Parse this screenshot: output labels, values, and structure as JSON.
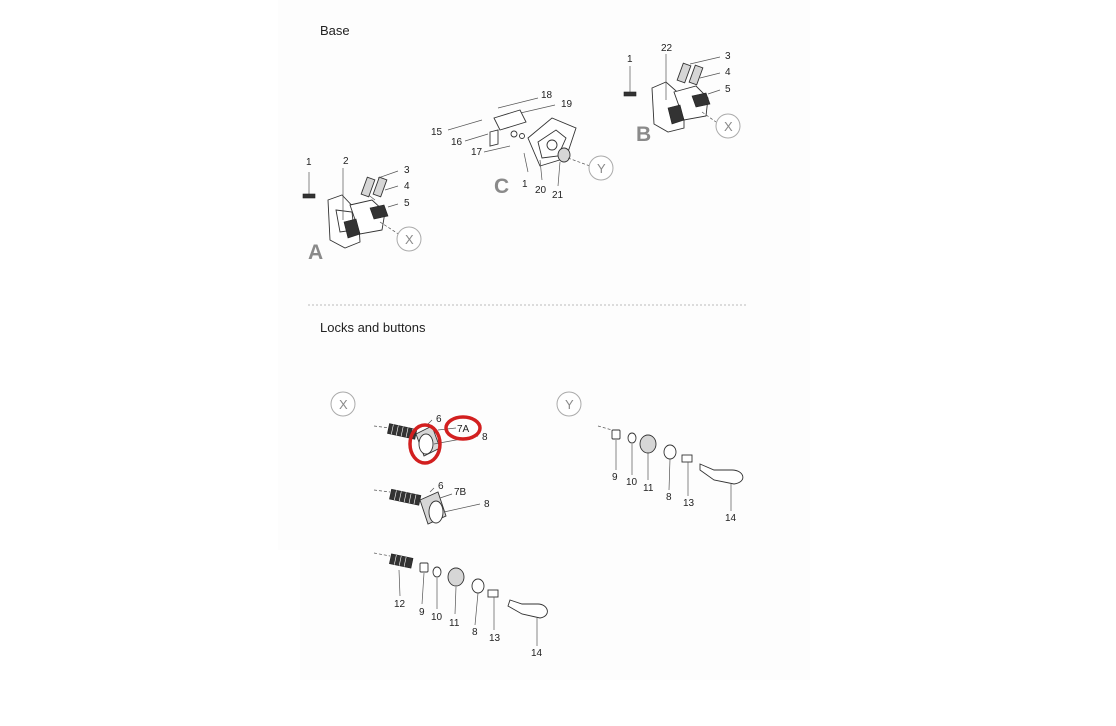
{
  "sections": {
    "base_title": "Base",
    "locks_title": "Locks and buttons"
  },
  "view_letters": {
    "a": "A",
    "b": "B",
    "c": "C"
  },
  "detail_refs": {
    "x": "X",
    "y": "Y"
  },
  "callouts": {
    "a": [
      "1",
      "2",
      "3",
      "4",
      "5"
    ],
    "b": [
      "22",
      "3",
      "4",
      "5",
      "1"
    ],
    "c": [
      "18",
      "19",
      "15",
      "16",
      "17",
      "1",
      "20",
      "21"
    ],
    "x1": [
      "6",
      "7A",
      "8"
    ],
    "x2": [
      "6",
      "7B",
      "8"
    ],
    "x3": [
      "12",
      "9",
      "10",
      "11",
      "8",
      "13",
      "14"
    ],
    "y": [
      "9",
      "10",
      "11",
      "8",
      "13",
      "14"
    ]
  },
  "colors": {
    "highlight": "#d21f1f",
    "label_gray": "#8a8a8a"
  }
}
